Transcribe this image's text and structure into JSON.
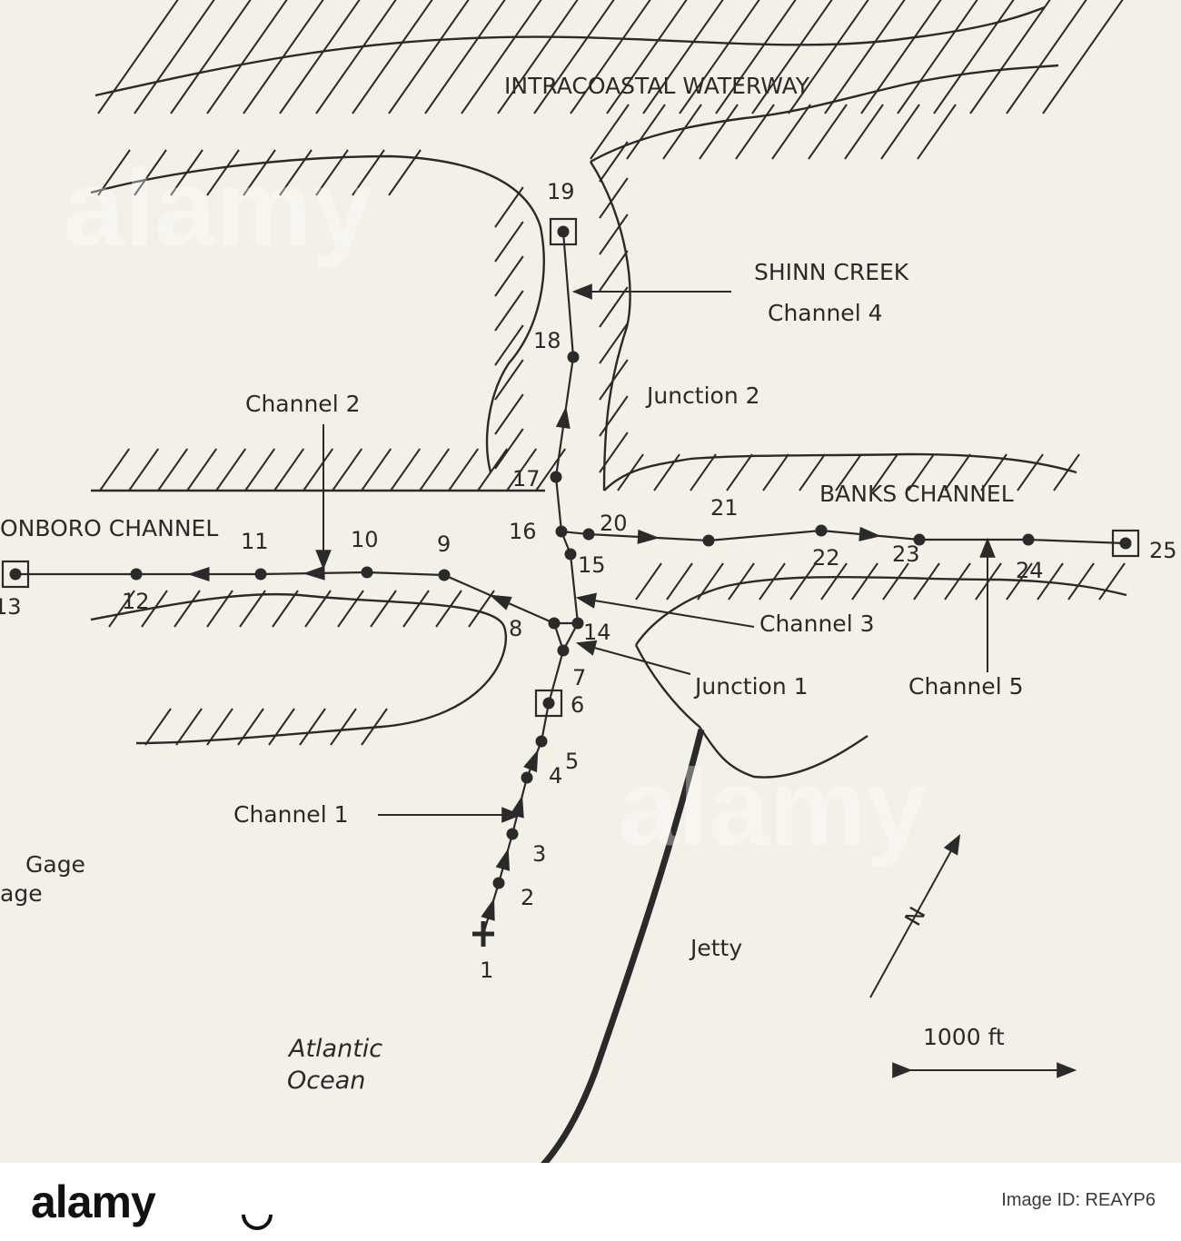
{
  "figure": {
    "water_bodies": {
      "icww": "INTRACOASTAL WATERWAY",
      "shinn_creek": "SHINN CREEK",
      "banks_channel": "BANKS CHANNEL",
      "masonboro_channel": "ONBORO CHANNEL",
      "atlantic_line1": "Atlantic",
      "atlantic_line2": "Ocean"
    },
    "channels": {
      "ch1": "Channel 1",
      "ch2": "Channel 2",
      "ch3": "Channel 3",
      "ch4": "Channel 4",
      "ch5": "Channel 5"
    },
    "junctions": {
      "j1": "Junction 1",
      "j2": "Junction 2"
    },
    "features": {
      "jetty": "Jetty",
      "north_mark": "N",
      "scale": "1000 ft"
    },
    "legend_fragments": {
      "line1": "Gage",
      "line2": "age"
    },
    "nodes": [
      "1",
      "2",
      "3",
      "4",
      "5",
      "6",
      "7",
      "8",
      "9",
      "10",
      "11",
      "12",
      "13",
      "14",
      "15",
      "16",
      "17",
      "18",
      "19",
      "20",
      "21",
      "22",
      "23",
      "24",
      "25"
    ],
    "gage_nodes": [
      "6",
      "13",
      "19",
      "25"
    ],
    "source_node": "1"
  },
  "banner": {
    "logo": "alamy",
    "image_id": "Image ID: REAYP6",
    "watermark": "alamy"
  },
  "colors": {
    "ink": "#2a2a2a",
    "paper": "#f3f0e8",
    "banner_bg": "#ffffff"
  }
}
